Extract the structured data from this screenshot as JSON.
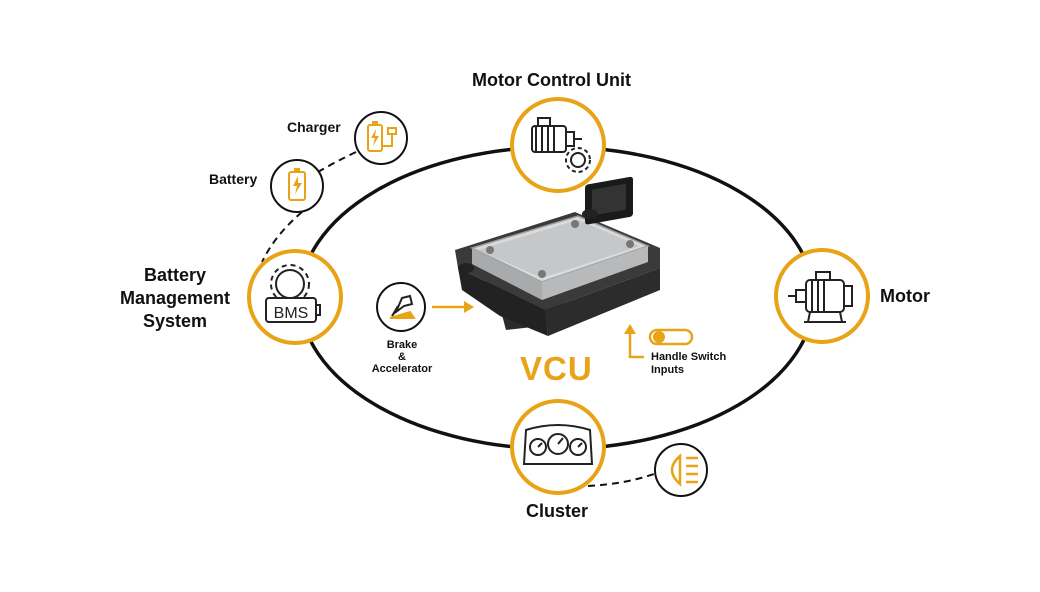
{
  "title": "VCU",
  "accent_color": "#e8a317",
  "nodes": {
    "motor_control_unit": {
      "label": "Motor Control Unit",
      "icon": "motor-gear-icon"
    },
    "motor": {
      "label": "Motor",
      "icon": "electric-motor-icon"
    },
    "bms": {
      "label_lines": [
        "Battery",
        "Management",
        "System"
      ],
      "icon_text": "BMS",
      "icon": "bms-gear-icon"
    },
    "cluster": {
      "label": "Cluster",
      "icon": "instrument-cluster-icon"
    },
    "charger": {
      "label": "Charger",
      "icon": "charger-plug-icon"
    },
    "battery": {
      "label": "Battery",
      "icon": "battery-icon"
    },
    "headlamp": {
      "label": "",
      "icon": "headlamp-icon"
    }
  },
  "inputs": {
    "brake_accelerator": {
      "label_lines": [
        "Brake",
        "&",
        "Accelerator"
      ],
      "icon": "pedal-icon"
    },
    "handle_switch": {
      "label_lines": [
        "Handle Switch",
        "Inputs"
      ],
      "icon": "toggle-switch-icon"
    }
  }
}
